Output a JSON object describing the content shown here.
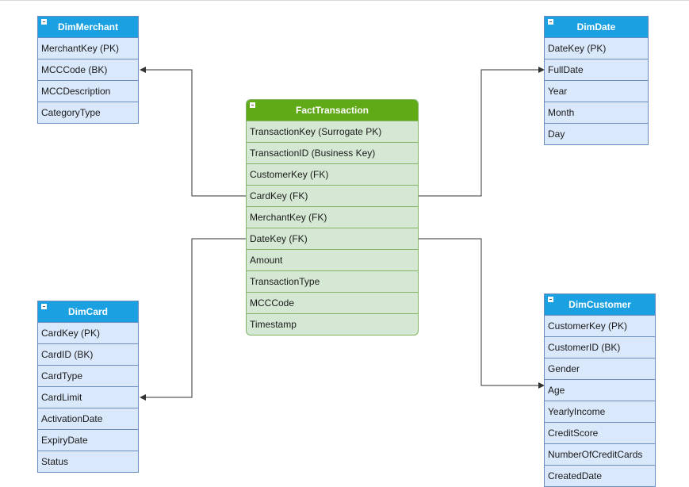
{
  "entities": {
    "merchant": {
      "title": "DimMerchant",
      "fields": [
        "MerchantKey (PK)",
        "MCCCode (BK)",
        "MCCDescription",
        "CategoryType"
      ]
    },
    "date": {
      "title": "DimDate",
      "fields": [
        "DateKey (PK)",
        "FullDate",
        "Year",
        "Month",
        "Day"
      ]
    },
    "fact": {
      "title": "FactTransaction",
      "fields": [
        "TransactionKey (Surrogate PK)",
        "TransactionID (Business Key)",
        "CustomerKey (FK)",
        "CardKey (FK)",
        "MerchantKey (FK)",
        "DateKey (FK)",
        "Amount",
        "TransactionType",
        "MCCCode",
        "Timestamp"
      ]
    },
    "card": {
      "title": "DimCard",
      "fields": [
        "CardKey (PK)",
        "CardID (BK)",
        "CardType",
        "CardLimit",
        "ActivationDate",
        "ExpiryDate",
        "Status"
      ]
    },
    "customer": {
      "title": "DimCustomer",
      "fields": [
        "CustomerKey (PK)",
        "CustomerID (BK)",
        "Gender",
        "Age",
        "YearlyIncome",
        "CreditScore",
        "NumberOfCreditCards",
        "CreatedDate"
      ]
    }
  },
  "colors": {
    "dim_header": "#1ba1e2",
    "dim_fill": "#dae8fc",
    "dim_border": "#6c8ebf",
    "fact_header": "#60a917",
    "fact_fill": "#d5e8d4",
    "fact_border": "#82b366",
    "connector": "#333333"
  }
}
